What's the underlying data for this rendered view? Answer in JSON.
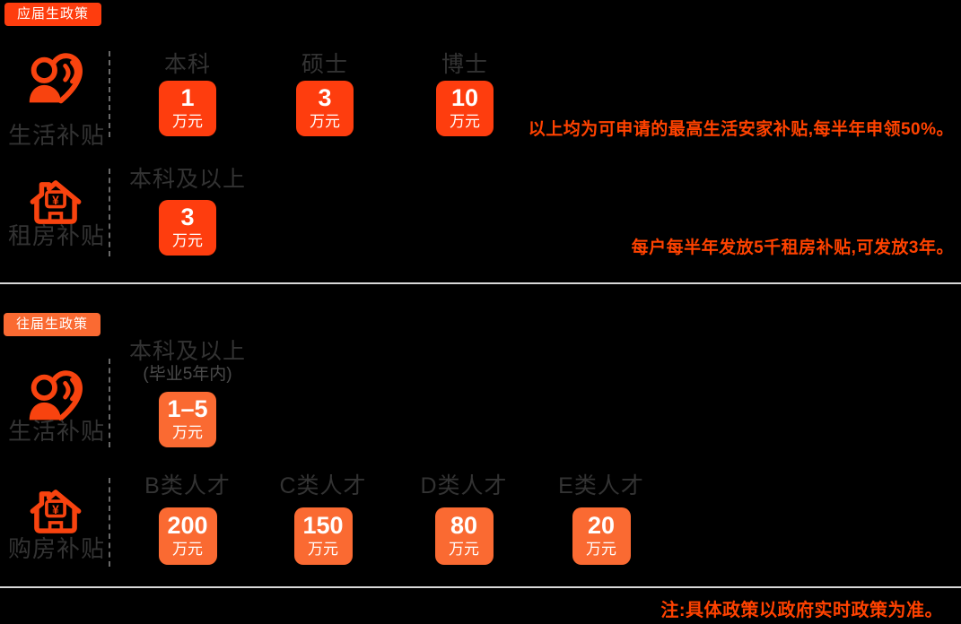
{
  "colors": {
    "background": "#000000",
    "fresh_accent": "#fe3d0e",
    "past_accent": "#fa6a32",
    "annotation_text": "#ff4200",
    "label_text": "#333333",
    "subheader_text": "#4b4b4b",
    "divider": "#d9d9d9",
    "dashed_line": "#8c8c8c",
    "box_text": "#ffffff",
    "icon_color": "#f8430f"
  },
  "icons": {
    "yen": "¥"
  },
  "fresh_section": {
    "badge_label": "应届生政策",
    "living": {
      "row_label": "生活补贴",
      "columns": [
        {
          "header": "本科",
          "value": "1",
          "unit": "万元"
        },
        {
          "header": "硕士",
          "value": "3",
          "unit": "万元"
        },
        {
          "header": "博士",
          "value": "10",
          "unit": "万元"
        }
      ],
      "annotation": "以上均为可申请的最高生活安家补贴,每半年申领50%。"
    },
    "rent": {
      "row_label": "租房补贴",
      "columns": [
        {
          "header": "本科及以上",
          "value": "3",
          "unit": "万元"
        }
      ],
      "annotation": "每户每半年发放5千租房补贴,可发放3年。"
    }
  },
  "past_section": {
    "badge_label": "往届生政策",
    "living": {
      "row_label": "生活补贴",
      "columns": [
        {
          "header": "本科及以上",
          "subheader": "(毕业5年内)",
          "value": "1–5",
          "unit": "万元"
        }
      ]
    },
    "purchase": {
      "row_label": "购房补贴",
      "columns": [
        {
          "header": "B类人才",
          "value": "200",
          "unit": "万元"
        },
        {
          "header": "C类人才",
          "value": "150",
          "unit": "万元"
        },
        {
          "header": "D类人才",
          "value": "80",
          "unit": "万元"
        },
        {
          "header": "E类人才",
          "value": "20",
          "unit": "万元"
        }
      ]
    }
  },
  "footer": {
    "note": "注:具体政策以政府实时政策为准。"
  }
}
